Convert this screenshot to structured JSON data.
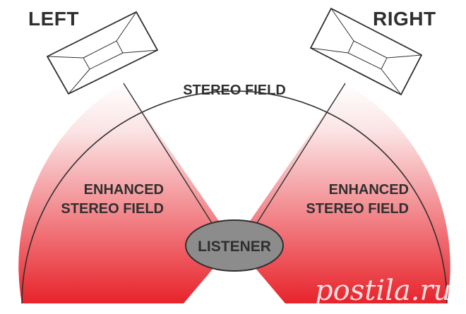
{
  "speakers": {
    "left_label": "LEFT",
    "right_label": "RIGHT"
  },
  "fields": {
    "center_label": "STEREO FIELD",
    "enhanced_left_line1": "ENHANCED",
    "enhanced_left_line2": "STEREO FIELD",
    "enhanced_right_line1": "ENHANCED",
    "enhanced_right_line2": "STEREO FIELD"
  },
  "listener": {
    "label": "LISTENER"
  },
  "watermark": {
    "text": "postila.ru"
  },
  "colors": {
    "enhanced_top": "#ffffff",
    "enhanced_bottom": "#e8232b",
    "listener_fill": "#8c8c8c",
    "outline": "#2f2f2f"
  }
}
